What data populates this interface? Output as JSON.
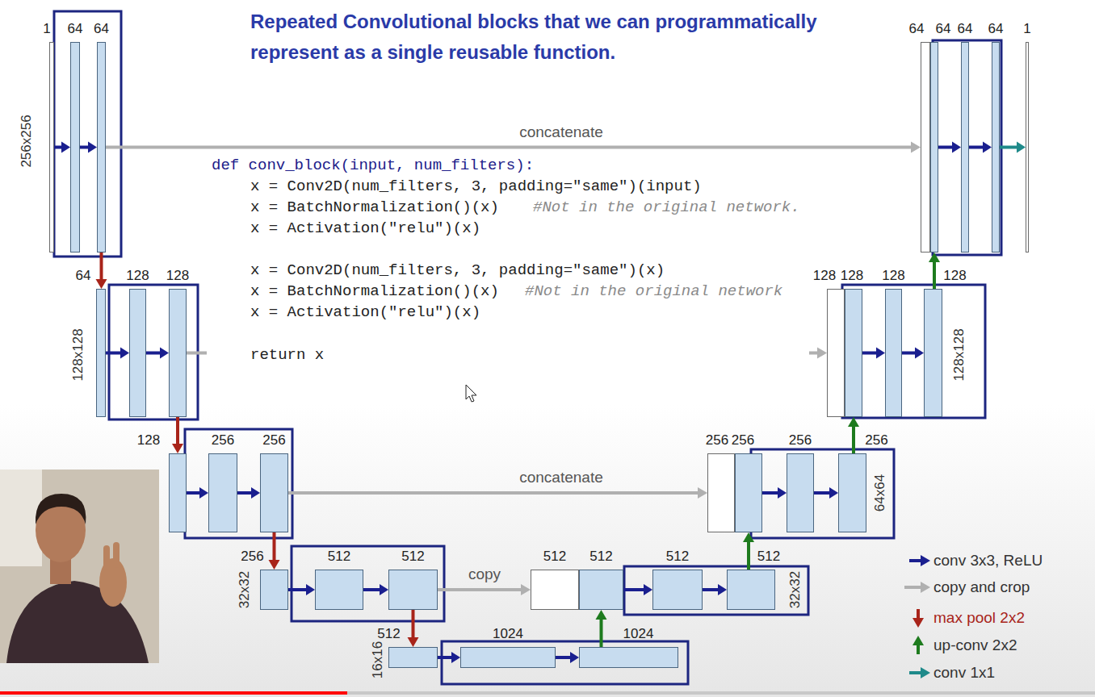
{
  "diagram": {
    "title": "Repeated Convolutional blocks that we can programmatically represent as a single reusable function.",
    "nodes": [
      {
        "text": [
          "1"
        ]
      },
      {
        "text": [
          "64"
        ]
      },
      {
        "text": [
          "64"
        ]
      },
      {
        "text": [
          "64"
        ]
      },
      {
        "text": [
          "128"
        ]
      },
      {
        "text": [
          "128"
        ]
      },
      {
        "text": [
          "128"
        ]
      },
      {
        "text": [
          "256"
        ]
      },
      {
        "text": [
          "256"
        ]
      },
      {
        "text": [
          "256"
        ]
      },
      {
        "text": [
          "512"
        ]
      },
      {
        "text": [
          "512"
        ]
      },
      {
        "text": [
          "512"
        ]
      },
      {
        "text": [
          "1024"
        ]
      },
      {
        "text": [
          "1024"
        ]
      },
      {
        "text": [
          "512"
        ]
      },
      {
        "text": [
          "512"
        ]
      },
      {
        "text": [
          "512"
        ]
      },
      {
        "text": [
          "512"
        ]
      },
      {
        "text": [
          "256"
        ]
      },
      {
        "text": [
          "256"
        ]
      },
      {
        "text": [
          "256"
        ]
      },
      {
        "text": [
          "256"
        ]
      },
      {
        "text": [
          "128"
        ]
      },
      {
        "text": [
          "128"
        ]
      },
      {
        "text": [
          "128"
        ]
      },
      {
        "text": [
          "128"
        ]
      },
      {
        "text": [
          "64"
        ]
      },
      {
        "text": [
          "64"
        ]
      },
      {
        "text": [
          "64"
        ]
      },
      {
        "text": [
          "64"
        ]
      },
      {
        "text": [
          "1"
        ]
      }
    ],
    "edges": [
      {
        "from": 0,
        "to": 1,
        "arrow": "to"
      },
      {
        "from": 1,
        "to": 2,
        "arrow": "to"
      },
      {
        "from": 2,
        "to": 3,
        "arrow": "to"
      },
      {
        "from": 2,
        "to": 27,
        "label": "concatenate",
        "arrow": "to"
      },
      {
        "from": 3,
        "to": 4,
        "arrow": "to"
      },
      {
        "from": 4,
        "to": 5,
        "arrow": "to"
      },
      {
        "from": 5,
        "to": 6,
        "arrow": "to"
      },
      {
        "from": 5,
        "to": 23,
        "arrow": "to"
      },
      {
        "from": 6,
        "to": 7,
        "arrow": "to"
      },
      {
        "from": 7,
        "to": 8,
        "arrow": "to"
      },
      {
        "from": 8,
        "to": 9,
        "arrow": "to"
      },
      {
        "from": 8,
        "to": 19,
        "label": "concatenate",
        "arrow": "to"
      },
      {
        "from": 9,
        "to": 10,
        "arrow": "to"
      },
      {
        "from": 10,
        "to": 11,
        "arrow": "to"
      },
      {
        "from": 11,
        "to": 12,
        "arrow": "to"
      },
      {
        "from": 11,
        "to": 15,
        "label": "copy",
        "arrow": "to"
      },
      {
        "from": 12,
        "to": 13,
        "arrow": "to"
      },
      {
        "from": 13,
        "to": 14,
        "arrow": "to"
      },
      {
        "from": 14,
        "to": 16,
        "arrow": "to"
      },
      {
        "from": 16,
        "to": 17,
        "arrow": "to"
      },
      {
        "from": 17,
        "to": 18,
        "arrow": "to"
      },
      {
        "from": 18,
        "to": 20,
        "arrow": "to"
      },
      {
        "from": 20,
        "to": 21,
        "arrow": "to"
      },
      {
        "from": 21,
        "to": 22,
        "arrow": "to"
      },
      {
        "from": 22,
        "to": 24,
        "arrow": "to"
      },
      {
        "from": 24,
        "to": 25,
        "arrow": "to"
      },
      {
        "from": 25,
        "to": 26,
        "arrow": "to"
      },
      {
        "from": 26,
        "to": 28,
        "arrow": "to"
      },
      {
        "from": 28,
        "to": 29,
        "arrow": "to"
      },
      {
        "from": 29,
        "to": 30,
        "arrow": "to"
      },
      {
        "from": 30,
        "to": 31,
        "arrow": "to"
      }
    ],
    "labels": [
      "def conv_block(input, num_filters):",
      "x = Conv2D(num_filters, 3, padding=\"same\")(input)",
      "x = BatchNormalization()(x)",
      "#Not in the original network.",
      "x = Activation(\"relu\")(x)",
      "x = Conv2D(num_filters, 3, padding=\"same\")(x)",
      "x = BatchNormalization()(x)",
      "#Not in the original network",
      "x = Activation(\"relu\")(x)",
      "return x",
      "256x256",
      "128x128",
      "32x32",
      "16x16",
      "32x32",
      "64x64",
      "128x128"
    ],
    "legend": [
      {
        "text": "conv 3x3, ReLU"
      },
      {
        "text": "copy and crop"
      },
      {
        "text": "max pool 2x2"
      },
      {
        "text": "up-conv 2x2"
      },
      {
        "text": "conv 1x1"
      }
    ]
  }
}
